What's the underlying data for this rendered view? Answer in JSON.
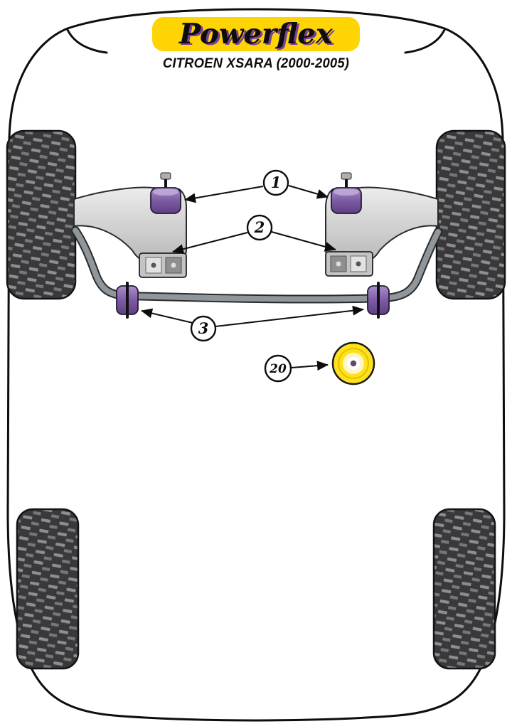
{
  "header": {
    "logo_text": "Powerflex",
    "subtitle": "CITROEN XSARA (2000-2005)"
  },
  "callouts": [
    {
      "label": "1"
    },
    {
      "label": "2"
    },
    {
      "label": "3"
    },
    {
      "label": "20"
    }
  ],
  "colors": {
    "logo_yellow": "#ffd404",
    "logo_shadow_purple": "#7a3f9d",
    "bushing_purple": "#7d5ba6",
    "bushing_purple_light": "#a98fc7",
    "bushing_purple_dark": "#5e4080",
    "mount_yellow": "#ffe01a",
    "tire_dark": "#39393b",
    "tread_light": "#8e8e92",
    "arm_gray": "#d8d8d8",
    "anti_roll_bar_gray": "#8f969c",
    "outline_black": "#0d0d0d"
  }
}
